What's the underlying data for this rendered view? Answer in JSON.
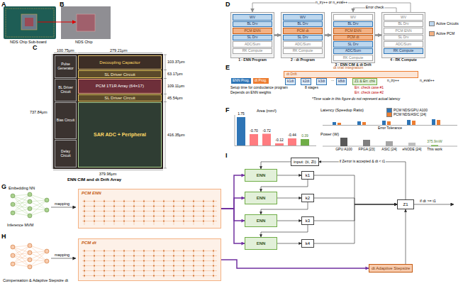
{
  "diagram": {
    "nodes": [
      {
        "text": [
          "Pulse Generator"
        ]
      },
      {
        "text": [
          "BL Driver Circuit"
        ]
      },
      {
        "text": [
          "Bias Circuit"
        ]
      },
      {
        "text": [
          "Delay Circuit"
        ]
      },
      {
        "text": [
          "Decoupling Capacitor"
        ]
      },
      {
        "text": [
          "SL Driver Circuit"
        ]
      },
      {
        "text": [
          "PCM 1T1R Array (64×17)"
        ]
      },
      {
        "text": [
          "SL Driver Circuit"
        ]
      },
      {
        "text": [
          "SAR ADC + Peripheral"
        ]
      },
      {
        "text": [
          "1 - ENN Program"
        ]
      },
      {
        "text": [
          "WV"
        ],
        "in": 9
      },
      {
        "text": [
          "BL Drv"
        ],
        "in": 9
      },
      {
        "text": [
          "PCM ENN"
        ],
        "in": 9
      },
      {
        "text": [
          "SL Drv"
        ],
        "in": 9
      },
      {
        "text": [
          "ADC/Sum"
        ],
        "in": 9
      },
      {
        "text": [
          "RK Compute"
        ],
        "in": 9
      },
      {
        "text": [
          "2 - dt Program"
        ]
      },
      {
        "text": [
          "WV"
        ],
        "in": 16
      },
      {
        "text": [
          "BL Drv"
        ],
        "in": 16
      },
      {
        "text": [
          "PCM dt"
        ],
        "in": 16
      },
      {
        "text": [
          "SL Drv"
        ],
        "in": 16
      },
      {
        "text": [
          "ADC/Sum"
        ],
        "in": 16
      },
      {
        "text": [
          "RK Compute"
        ],
        "in": 16
      },
      {
        "text": [
          "3 - ENN CIM & dt Drift"
        ]
      },
      {
        "text": [
          "WV"
        ],
        "in": 23
      },
      {
        "text": [
          "BL Drv"
        ],
        "in": 23
      },
      {
        "text": [
          "PCM ENN"
        ],
        "in": 23
      },
      {
        "text": [
          "PCM dt"
        ],
        "in": 23
      },
      {
        "text": [
          "SL Drv"
        ],
        "in": 23
      },
      {
        "text": [
          "ADC/Sum"
        ],
        "in": 23
      },
      {
        "text": [
          "RK Compute"
        ],
        "in": 23
      },
      {
        "text": [
          "4 - RK Compute"
        ]
      },
      {
        "text": [
          "WV"
        ],
        "in": 31
      },
      {
        "text": [
          "BL Drv"
        ],
        "in": 31
      },
      {
        "text": [
          "PCM ENN"
        ],
        "in": 31
      },
      {
        "text": [
          "SL Drv"
        ],
        "in": 31
      },
      {
        "text": [
          "ADC/Sum"
        ],
        "in": 31
      },
      {
        "text": [
          "RK Compute"
        ],
        "in": 31
      },
      {
        "text": [
          "ENN Prog."
        ]
      },
      {
        "text": [
          "dt Prog."
        ]
      },
      {
        "text": [
          "dt Drift"
        ]
      },
      {
        "text": [
          "k1dt"
        ]
      },
      {
        "text": [
          "k2dt"
        ]
      },
      {
        "text": [
          "k3dt"
        ]
      },
      {
        "text": [
          "k8dt"
        ]
      },
      {
        "text": [
          "Z1 & Err. chk"
        ]
      },
      {
        "text": [
          "PCM ENN"
        ]
      },
      {
        "text": [
          "PCM dt"
        ]
      },
      {
        "text": [
          "input: (ti, Zi)"
        ]
      },
      {
        "text": [
          "ENN"
        ]
      },
      {
        "text": [
          "k1"
        ]
      },
      {
        "text": [
          "ENN"
        ]
      },
      {
        "text": [
          "k2"
        ]
      },
      {
        "text": [
          "ENN"
        ]
      },
      {
        "text": [
          "k3"
        ]
      },
      {
        "text": [
          "ENN"
        ]
      },
      {
        "text": [
          "k4"
        ]
      },
      {
        "text": [
          "Z1"
        ]
      },
      {
        "text": [
          "dt Adaptive Stepsize"
        ]
      }
    ],
    "edges": [
      {
        "from": 9,
        "to": 16,
        "arrow": "to"
      },
      {
        "from": 16,
        "to": 23,
        "arrow": "to"
      },
      {
        "from": 23,
        "to": 31,
        "arrow": "to"
      },
      {
        "from": 31,
        "to": 9,
        "label": "n_try++ or n_eval++",
        "arrow": "to"
      },
      {
        "from": 31,
        "to": 23,
        "label": "Error check",
        "arrow": "to"
      },
      {
        "from": 46,
        "to": 49,
        "arrow": "to"
      },
      {
        "from": 46,
        "to": 51,
        "arrow": "to"
      },
      {
        "from": 46,
        "to": 53,
        "arrow": "to"
      },
      {
        "from": 46,
        "to": 55,
        "arrow": "to"
      },
      {
        "from": 47,
        "to": 58,
        "arrow": "to"
      },
      {
        "from": 48,
        "to": 49,
        "arrow": "to"
      },
      {
        "from": 49,
        "to": 50,
        "arrow": "to"
      },
      {
        "from": 51,
        "to": 52,
        "arrow": "to"
      },
      {
        "from": 53,
        "to": 54,
        "arrow": "to"
      },
      {
        "from": 55,
        "to": 56,
        "arrow": "to"
      },
      {
        "from": 50,
        "to": 51,
        "arrow": "to"
      },
      {
        "from": 52,
        "to": 53,
        "arrow": "to"
      },
      {
        "from": 54,
        "to": 55,
        "arrow": "to"
      },
      {
        "from": 50,
        "to": 57,
        "arrow": "to"
      },
      {
        "from": 52,
        "to": 57,
        "arrow": "to"
      },
      {
        "from": 54,
        "to": 57,
        "arrow": "to"
      },
      {
        "from": 56,
        "to": 57,
        "arrow": "to"
      },
      {
        "from": 58,
        "to": 57,
        "arrow": "to"
      },
      {
        "from": 57,
        "to": 48,
        "label": "if Zerror is accepted & dt < t1",
        "arrow": "to"
      }
    ],
    "labels": [
      "A",
      "NDS Chip Sub-board",
      "B",
      "NDS Chip",
      "C",
      "100.75μm",
      "279.21μm",
      "103.37μm",
      "63.17μm",
      "109.11μm",
      "45.54μm",
      "416.35μm",
      "737.84μm",
      "379.96μm",
      "ENN CIM and dt Drift Array",
      "D",
      "E",
      "dt trial integration",
      "Setup time for conductance program",
      "Depends on ENN weights",
      "...",
      "8 stages",
      "Err. check case #1",
      "Err. check case #2",
      "n_try++",
      "n_eval++",
      "*Time scale in this figure do not represent actual latency",
      "F",
      "Area (mm²)",
      "1.75",
      "-0.70",
      "-0.72",
      "-0.12",
      "-0.44",
      "0.39",
      "Latency (Speedup Ratio)",
      "Error Tolerance",
      "Power (W)",
      "GPU A100",
      "FPGA [23]",
      "ASIC [24]",
      "eNODE [24]",
      "This work",
      "375.9mW",
      "G",
      "Embedding NN",
      "mapping",
      "Inference MVM",
      "H",
      "mapping",
      "Compensation & Adaptive Stepsize dt",
      "I",
      "if dt >= t1"
    ],
    "legend": [
      {
        "text": "Active Circuits",
        "color": "#bdd7ee"
      },
      {
        "text": "Active PCM",
        "color": "#f4b183"
      },
      {
        "text": "PCM NDS/GPU A100",
        "color": "#2e75b6"
      },
      {
        "text": "PCM NDS/ASIC [24]",
        "color": "#ed7d31"
      }
    ]
  }
}
